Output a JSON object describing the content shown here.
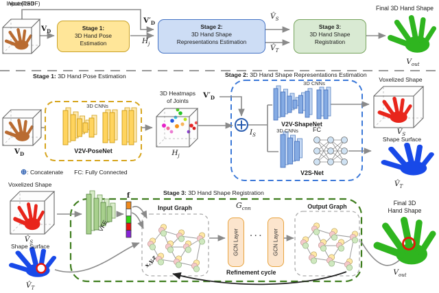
{
  "colors": {
    "stage1_fill": "#FFE699",
    "stage1_border": "#C9A227",
    "stage2_fill": "#CDDDF5",
    "stage2_border": "#4472C4",
    "stage3_fill": "#D9EAD3",
    "stage3_border": "#76A35C",
    "dashed_yellow": "#D6A41C",
    "dashed_blue": "#3B78D8",
    "dashed_green": "#3E7D1E",
    "gcn_fill": "#FCE5CD",
    "gcn_border": "#E8A33D",
    "hand_green": "#2FB51F",
    "hand_red": "#E8251B",
    "hand_blue": "#1849E8",
    "hand_orange": "#B96B31",
    "arrow_gray": "#8A8A8A",
    "feature_vector_segments": [
      "#EF8A1D",
      "#FFFFFF",
      "#35D615",
      "#E8150D",
      "#8723D8"
    ]
  },
  "top": {
    "input_caption": [
      "Voxelized",
      "Input (TSDF)"
    ],
    "v_d": {
      "base": "V",
      "sub": "D"
    },
    "stage1": {
      "title": "Stage 1:",
      "line1": "3D Hand Pose",
      "line2": "Estimation"
    },
    "v_d_prime": {
      "base": "V′",
      "sub": "D"
    },
    "h_j": {
      "base": "H",
      "sub": "j"
    },
    "stage2": {
      "title": "Stage 2:",
      "line1": "3D Hand Shape",
      "line2": "Representations Estimation"
    },
    "v_s_hat": {
      "base": "V̂",
      "sub": "S"
    },
    "v_t_hat": {
      "base": "V̂",
      "sub": "T"
    },
    "stage3": {
      "title": "Stage 3:",
      "line1": "3D Hand Shape",
      "line2": "Registration"
    },
    "final_caption": "Final 3D Hand Shape",
    "v_out": {
      "base": "V",
      "sub": "out"
    }
  },
  "mid": {
    "stage1_header": {
      "bold": "Stage 1:",
      "rest": " 3D Hand Pose Estimation"
    },
    "stage2_header": {
      "bold": "Stage 2:",
      "rest": " 3D Hand Shape Representations Estimation"
    },
    "v_d": {
      "base": "V",
      "sub": "D"
    },
    "cnns1": "3D CNNs",
    "posenet": "V2V-PoseNet",
    "heatmaps_caption": [
      "3D Heatmaps",
      "of Joints"
    ],
    "h_j": {
      "base": "H",
      "sub": "j"
    },
    "v_d_prime": {
      "base": "V′",
      "sub": "D"
    },
    "i_s": {
      "base": "I",
      "sub": "S"
    },
    "cnns2": "3D CNNs",
    "shapenet": "V2V-ShapeNet",
    "vox_caption": "Voxelized Shape",
    "v_s_hat": {
      "base": "V̂",
      "sub": "S"
    },
    "cnns3": "3D CNNs",
    "fc": "FC",
    "v2snet": "V2S-Net",
    "surface_caption": "Shape Surface",
    "v_t_hat": {
      "base": "V̂",
      "sub": "T"
    },
    "legend": {
      "sym": "⊕",
      "concat": ": Concatenate",
      "fc": "FC: Fully Connected"
    }
  },
  "bottom": {
    "vox_caption": "Voxelized Shape",
    "v_s_hat": {
      "base": "V̂",
      "sub": "S"
    },
    "surface_caption": "Shape Surface",
    "v_t_hat": {
      "base": "V̂",
      "sub": "T"
    },
    "stage3_header": {
      "bold": "Stage 3:",
      "rest": " 3D Hand Shape Registration"
    },
    "vfe": "VFE",
    "f": "f",
    "input_graph": "Input Graph",
    "xyz": "x,y,z",
    "g_cnn": {
      "base": "G",
      "sub": "cnn"
    },
    "gcn1": "GCN Layer",
    "dots": "· · ·",
    "gcn2": "GCN Layer",
    "output_graph": "Output Graph",
    "refinement": "Refinement cycle",
    "final_caption": [
      "Final 3D",
      "Hand Shape"
    ],
    "v_out": {
      "base": "V",
      "sub": "out"
    }
  }
}
